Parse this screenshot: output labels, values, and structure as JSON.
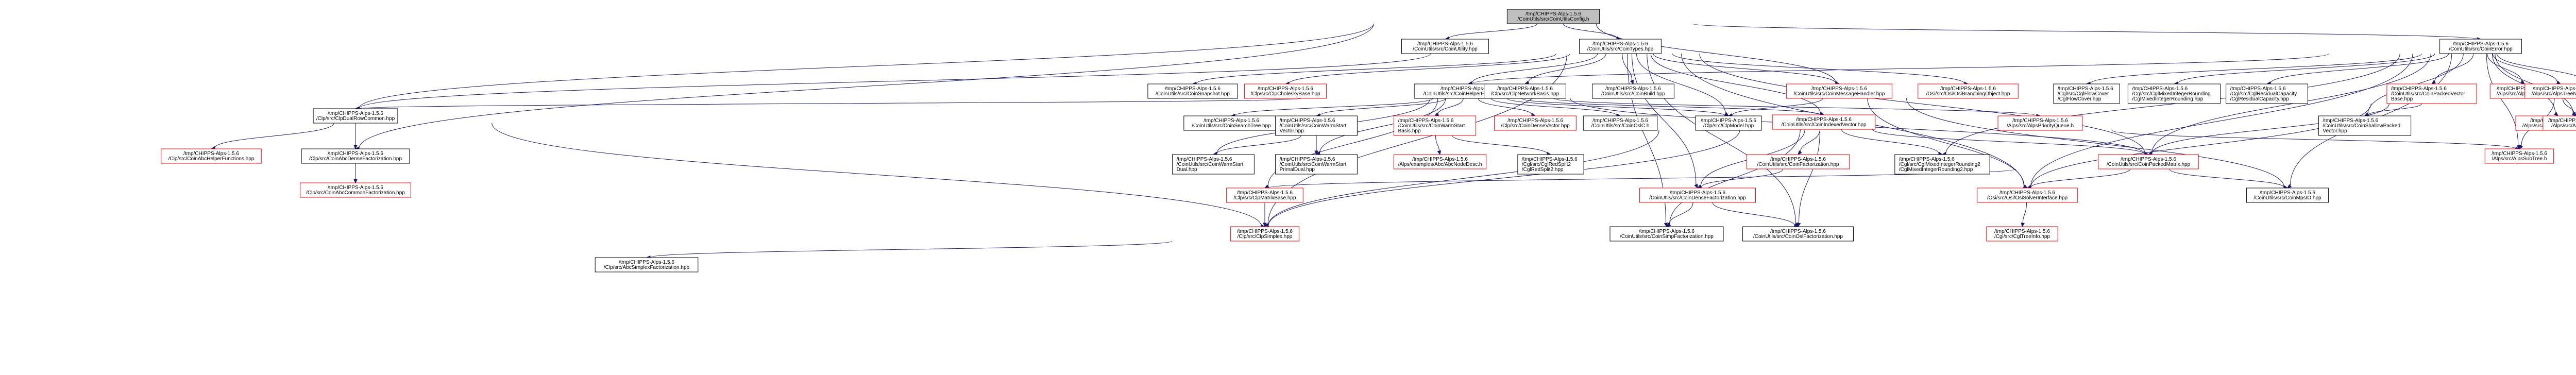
{
  "colors": {
    "root_fill": "#bfbfbf",
    "node_fill": "#ffffff",
    "node_border": "#000000",
    "red_border": "#ff0000",
    "edge": "#191970"
  },
  "nodes": [
    {
      "id": "root",
      "lines": [
        "/tmp/CHIPPS-Alps-1.5.6",
        "/CoinUtils/src/CoinUtilsConfig.h"
      ],
      "border": "black",
      "root": true
    },
    {
      "id": "coinutility",
      "lines": [
        "/tmp/CHIPPS-Alps-1.5.6",
        "/CoinUtils/src/CoinUtility.hpp"
      ],
      "border": "black"
    },
    {
      "id": "cointypes",
      "lines": [
        "/tmp/CHIPPS-Alps-1.5.6",
        "/CoinUtils/src/CoinTypes.hpp"
      ],
      "border": "black"
    },
    {
      "id": "coinerror",
      "lines": [
        "/tmp/CHIPPS-Alps-1.5.6",
        "/CoinUtils/src/CoinError.hpp"
      ],
      "border": "black"
    },
    {
      "id": "coinsnapshot",
      "lines": [
        "/tmp/CHIPPS-Alps-1.5.6",
        "/CoinUtils/src/CoinSnapshot.hpp"
      ],
      "border": "black"
    },
    {
      "id": "clpcholesky",
      "lines": [
        "/tmp/CHIPPS-Alps-1.5.6",
        "/Clp/src/ClpCholeskyBase.hpp"
      ],
      "border": "red"
    },
    {
      "id": "coinhelper",
      "lines": [
        "/tmp/CHIPPS-Alps-1.5.6",
        "/CoinUtils/src/CoinHelperFunctions.hpp"
      ],
      "border": "black"
    },
    {
      "id": "clpnetwork",
      "lines": [
        "/tmp/CHIPPS-Alps-1.5.6",
        "/Clp/src/ClpNetworkBasis.hpp"
      ],
      "border": "black"
    },
    {
      "id": "coinbuild",
      "lines": [
        "/tmp/CHIPPS-Alps-1.5.6",
        "/CoinUtils/src/CoinBuild.hpp"
      ],
      "border": "black"
    },
    {
      "id": "coinmessage",
      "lines": [
        "/tmp/CHIPPS-Alps-1.5.6",
        "/CoinUtils/src/CoinMessageHandler.hpp"
      ],
      "border": "red"
    },
    {
      "id": "osibranching",
      "lines": [
        "/tmp/CHIPPS-Alps-1.5.6",
        "/Osi/src/Osi/OsiBranchingObject.hpp"
      ],
      "border": "red"
    },
    {
      "id": "cglflowcover",
      "lines": [
        "/tmp/CHIPPS-Alps-1.5.6",
        "/Cgl/src/CglFlowCover",
        "/CglFlowCover.hpp"
      ],
      "border": "black"
    },
    {
      "id": "cglmixedint",
      "lines": [
        "/tmp/CHIPPS-Alps-1.5.6",
        "/Cgl/src/CglMixedIntegerRounding",
        "/CglMixedIntegerRounding.hpp"
      ],
      "border": "black"
    },
    {
      "id": "cglresidual",
      "lines": [
        "/tmp/CHIPPS-Alps-1.5.6",
        "/Cgl/src/CglResidualCapacity",
        "/CglResidualCapacity.hpp"
      ],
      "border": "black"
    },
    {
      "id": "coinpacked",
      "lines": [
        "/tmp/CHIPPS-Alps-1.5.6",
        "/CoinUtils/src/CoinPackedVector",
        "Base.hpp"
      ],
      "border": "red"
    },
    {
      "id": "alpsencoded",
      "lines": [
        "/tmp/CHIPPS-Alps-1.5.6",
        "/Alps/src/AlpsEncoded.h"
      ],
      "border": "red"
    },
    {
      "id": "alpsknowledgepool",
      "lines": [
        "/tmp/CHIPPS-Alps-1.5.6",
        "/Alps/src/AlpsKnowledgePool.h"
      ],
      "border": "red"
    },
    {
      "id": "alpsparameter",
      "lines": [
        "/tmp/CHIPPS-Alps-1.5.6",
        "/Alps/src/AlpsParameterBase.h"
      ],
      "border": "red"
    },
    {
      "id": "alpstreenode",
      "lines": [
        "/tmp/CHIPPS-Alps-1.5.6",
        "/Alps/src/AlpsTreeNode.h"
      ],
      "border": "red"
    },
    {
      "id": "clpdualrow",
      "lines": [
        "/tmp/CHIPPS-Alps-1.5.6",
        "/Clp/src/ClpDualRowCommon.hpp"
      ],
      "border": "black"
    },
    {
      "id": "coinsearchtree",
      "lines": [
        "/tmp/CHIPPS-Alps-1.5.6",
        "/CoinUtils/src/CoinSearchTree.hpp"
      ],
      "border": "black"
    },
    {
      "id": "coinwarmstartvector",
      "lines": [
        "/tmp/CHIPPS-Alps-1.5.6",
        "/CoinUtils/src/CoinWarmStart",
        "Vector.hpp"
      ],
      "border": "black"
    },
    {
      "id": "coinwarmstartbasis",
      "lines": [
        "/tmp/CHIPPS-Alps-1.5.6",
        "/CoinUtils/src/CoinWarmStart",
        "Basis.hpp"
      ],
      "border": "red"
    },
    {
      "id": "clpdensevector",
      "lines": [
        "/tmp/CHIPPS-Alps-1.5.6",
        "/Clp/src/CoinDenseVector.hpp"
      ],
      "border": "red"
    },
    {
      "id": "coinosic",
      "lines": [
        "/tmp/CHIPPS-Alps-1.5.6",
        "/CoinUtils/src/CoinOslC.h"
      ],
      "border": "black"
    },
    {
      "id": "clpmodel",
      "lines": [
        "/tmp/CHIPPS-Alps-1.5.6",
        "/Clp/src/ClpModel.hpp"
      ],
      "border": "black"
    },
    {
      "id": "coinindexed",
      "lines": [
        "/tmp/CHIPPS-Alps-1.5.6",
        "/CoinUtils/src/CoinIndexedVector.hpp"
      ],
      "border": "red"
    },
    {
      "id": "alpspriority",
      "lines": [
        "/tmp/CHIPPS-Alps-1.5.6",
        "/Alps/src/AlpsPriorityQueue.h"
      ],
      "border": "red"
    },
    {
      "id": "coinshallow",
      "lines": [
        "/tmp/CHIPPS-Alps-1.5.6",
        "/CoinUtils/src/CoinShallowPacked",
        "Vector.hpp"
      ],
      "border": "black"
    },
    {
      "id": "alpssubtree",
      "lines": [
        "/tmp/CHIPPS-Alps-1.5.6",
        "/Alps/src/AlpsSubTree.h"
      ],
      "border": "red"
    },
    {
      "id": "alpsmodel",
      "lines": [
        "/tmp/CHIPPS-Alps-1.5.6",
        "/Alps/src/AlpsModel.h"
      ],
      "border": "red"
    },
    {
      "id": "coinabchelper",
      "lines": [
        "/tmp/CHIPPS-Alps-1.5.6",
        "/Clp/src/CoinAbcHelperFunctions.hpp"
      ],
      "border": "red"
    },
    {
      "id": "clpdensefactor",
      "lines": [
        "/tmp/CHIPPS-Alps-1.5.6",
        "/Clp/src/CoinAbcDenseFactorization.hpp"
      ],
      "border": "black"
    },
    {
      "id": "coinabccommonfactor",
      "lines": [
        "/tmp/CHIPPS-Alps-1.5.6",
        "/Clp/src/CoinAbcCommonFactorization.hpp"
      ],
      "border": "red"
    },
    {
      "id": "coinwarmstartdual",
      "lines": [
        "/tmp/CHIPPS-Alps-1.5.6",
        "/CoinUtils/src/CoinWarmStart",
        "Dual.hpp"
      ],
      "border": "black"
    },
    {
      "id": "coinwarmstartprimaldual",
      "lines": [
        "/tmp/CHIPPS-Alps-1.5.6",
        "/CoinUtils/src/CoinWarmStart",
        "PrimalDual.hpp"
      ],
      "border": "black"
    },
    {
      "id": "abcnodedesc",
      "lines": [
        "/tmp/CHIPPS-Alps-1.5.6",
        "/Alps/examples/Abc/AbcNodeDesc.h"
      ],
      "border": "red"
    },
    {
      "id": "cglredsplit2",
      "lines": [
        "/tmp/CHIPPS-Alps-1.5.6",
        "/Cgl/src/CglRedSplit2",
        "/CglRedSplit2.hpp"
      ],
      "border": "black"
    },
    {
      "id": "coinfactorization",
      "lines": [
        "/tmp/CHIPPS-Alps-1.5.6",
        "/CoinUtils/src/CoinFactorization.hpp"
      ],
      "border": "red"
    },
    {
      "id": "cglmixedint2",
      "lines": [
        "/tmp/CHIPPS-Alps-1.5.6",
        "/Cgl/src/CglMixedIntegerRounding2",
        "/CglMixedIntegerRounding2.hpp"
      ],
      "border": "black"
    },
    {
      "id": "coinpackedmatrix",
      "lines": [
        "/tmp/CHIPPS-Alps-1.5.6",
        "/CoinUtils/src/CoinPackedMatrix.hpp"
      ],
      "border": "red"
    },
    {
      "id": "clpmatrixbase",
      "lines": [
        "/tmp/CHIPPS-Alps-1.5.6",
        "/Clp/src/ClpMatrixBase.hpp"
      ],
      "border": "red"
    },
    {
      "id": "coindensefactorization",
      "lines": [
        "/tmp/CHIPPS-Alps-1.5.6",
        "/CoinUtils/src/CoinDenseFactorization.hpp"
      ],
      "border": "red"
    },
    {
      "id": "osisolverinterface",
      "lines": [
        "/tmp/CHIPPS-Alps-1.5.6",
        "/Osi/src/Osi/OsiSolverInterface.hpp"
      ],
      "border": "red"
    },
    {
      "id": "coinmpso",
      "lines": [
        "/tmp/CHIPPS-Alps-1.5.6",
        "/CoinUtils/src/CoinMpsIO.hpp"
      ],
      "border": "black"
    },
    {
      "id": "clpsimplex",
      "lines": [
        "/tmp/CHIPPS-Alps-1.5.6",
        "/Clp/src/ClpSimplex.hpp"
      ],
      "border": "red"
    },
    {
      "id": "coinsimpfactor",
      "lines": [
        "/tmp/CHIPPS-Alps-1.5.6",
        "/CoinUtils/src/CoinSimpFactorization.hpp"
      ],
      "border": "black"
    },
    {
      "id": "coinoslfactor",
      "lines": [
        "/tmp/CHIPPS-Alps-1.5.6",
        "/CoinUtils/src/CoinOslFactorization.hpp"
      ],
      "border": "black"
    },
    {
      "id": "cgltreeinfo",
      "lines": [
        "/tmp/CHIPPS-Alps-1.5.6",
        "/Cgl/src/CglTreeInfo.hpp"
      ],
      "border": "red"
    },
    {
      "id": "abcsimplexfactor",
      "lines": [
        "/tmp/CHIPPS-Alps-1.5.6",
        "/Clp/src/AbcSimplexFactorization.hpp"
      ],
      "border": "black"
    }
  ],
  "edges": [
    [
      "root",
      "coinutility"
    ],
    [
      "root",
      "cointypes"
    ],
    [
      "root",
      "coinerror"
    ],
    [
      "root",
      "clpdualrow"
    ],
    [
      "root",
      "coinmessage"
    ],
    [
      "root",
      "clpdensefactor"
    ],
    [
      "cointypes",
      "coinsnapshot"
    ],
    [
      "cointypes",
      "clpcholesky"
    ],
    [
      "cointypes",
      "coinhelper"
    ],
    [
      "cointypes",
      "clpnetwork"
    ],
    [
      "cointypes",
      "coinbuild"
    ],
    [
      "cointypes",
      "coinmessage"
    ],
    [
      "cointypes",
      "osibranching"
    ],
    [
      "cointypes",
      "clpdualrow"
    ],
    [
      "cointypes",
      "clpmodel"
    ],
    [
      "cointypes",
      "coinindexed"
    ],
    [
      "cointypes",
      "coinpackedmatrix"
    ],
    [
      "cointypes",
      "coindensefactorization"
    ],
    [
      "cointypes",
      "coinsimpfactor"
    ],
    [
      "cointypes",
      "clpsimplex"
    ],
    [
      "cointypes",
      "coinoslfactor"
    ],
    [
      "cointypes",
      "osisolverinterface"
    ],
    [
      "coinerror",
      "cglflowcover"
    ],
    [
      "coinerror",
      "cglmixedint"
    ],
    [
      "coinerror",
      "cglresidual"
    ],
    [
      "coinerror",
      "coinpacked"
    ],
    [
      "coinerror",
      "alpsencoded"
    ],
    [
      "coinerror",
      "alpsknowledgepool"
    ],
    [
      "coinerror",
      "alpsparameter"
    ],
    [
      "coinerror",
      "alpstreenode"
    ],
    [
      "coinerror",
      "coinhelper"
    ],
    [
      "coinerror",
      "cglmixedint2"
    ],
    [
      "coinerror",
      "coinshallow"
    ],
    [
      "coinerror",
      "coinpackedmatrix"
    ],
    [
      "coinerror",
      "alpsmodel"
    ],
    [
      "coinerror",
      "alpssubtree"
    ],
    [
      "coinerror",
      "coinmpso"
    ],
    [
      "coinerror",
      "osisolverinterface"
    ],
    [
      "coinhelper",
      "clpdualrow"
    ],
    [
      "coinhelper",
      "coinsearchtree"
    ],
    [
      "coinhelper",
      "coinwarmstartvector"
    ],
    [
      "coinhelper",
      "coinwarmstartbasis"
    ],
    [
      "coinhelper",
      "clpdensevector"
    ],
    [
      "coinhelper",
      "coinosic"
    ],
    [
      "coinhelper",
      "clpmodel"
    ],
    [
      "coinhelper",
      "coinindexed"
    ],
    [
      "coinhelper",
      "alpspriority"
    ],
    [
      "coinhelper",
      "coinwarmstartdual"
    ],
    [
      "coinhelper",
      "coinwarmstartprimaldual"
    ],
    [
      "coinhelper",
      "coinpackedmatrix"
    ],
    [
      "coinhelper",
      "clpmatrixbase"
    ],
    [
      "coinmessage",
      "clpmodel"
    ],
    [
      "coinmessage",
      "osisolverinterface"
    ],
    [
      "coinmessage",
      "coinmpso"
    ],
    [
      "coinpacked",
      "coinshallow"
    ],
    [
      "coinpacked",
      "coinpackedmatrix"
    ],
    [
      "coinpacked",
      "osisolverinterface"
    ],
    [
      "alpstreenode",
      "alpssubtree"
    ],
    [
      "alpstreenode",
      "alpsmodel"
    ],
    [
      "alpspriority",
      "alpssubtree"
    ],
    [
      "clpdualrow",
      "coinabchelper"
    ],
    [
      "clpdualrow",
      "clpdensefactor"
    ],
    [
      "clpdualrow",
      "coinabccommonfactor"
    ],
    [
      "clpdualrow",
      "clpsimplex"
    ],
    [
      "clpdensefactor",
      "coinabccommonfactor"
    ],
    [
      "coinwarmstartvector",
      "coinwarmstartdual"
    ],
    [
      "coinwarmstartvector",
      "coinwarmstartprimaldual"
    ],
    [
      "coinwarmstartbasis",
      "abcnodedesc"
    ],
    [
      "coinwarmstartbasis",
      "cglredsplit2"
    ],
    [
      "clpmodel",
      "clpsimplex"
    ],
    [
      "coinindexed",
      "coinfactorization"
    ],
    [
      "coinindexed",
      "cglmixedint2"
    ],
    [
      "coinindexed",
      "coinpackedmatrix"
    ],
    [
      "coinindexed",
      "coindensefactorization"
    ],
    [
      "coinindexed",
      "coinsimpfactor"
    ],
    [
      "coinindexed",
      "coinoslfactor"
    ],
    [
      "coinindexed",
      "clpsimplex"
    ],
    [
      "coinfactorization",
      "coindensefactorization"
    ],
    [
      "coinpackedmatrix",
      "osisolverinterface"
    ],
    [
      "coinpackedmatrix",
      "coinmpso"
    ],
    [
      "coinpackedmatrix",
      "clpmatrixbase"
    ],
    [
      "clpmatrixbase",
      "clpsimplex"
    ],
    [
      "coindensefactorization",
      "coinsimpfactor"
    ],
    [
      "coindensefactorization",
      "coinoslfactor"
    ],
    [
      "osisolverinterface",
      "cgltreeinfo"
    ],
    [
      "clpsimplex",
      "abcsimplexfactor"
    ]
  ]
}
